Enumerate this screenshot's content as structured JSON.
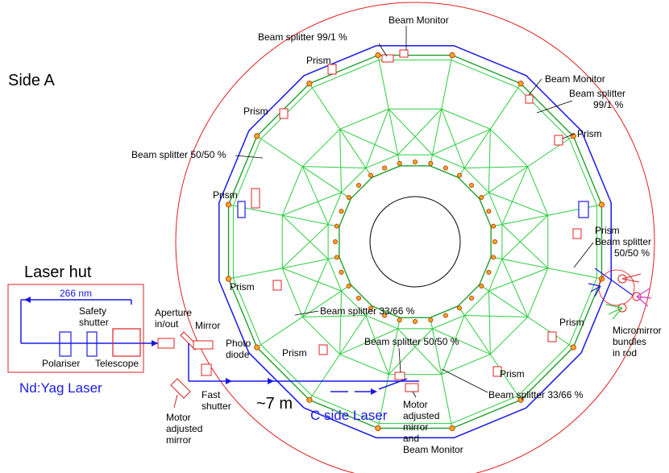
{
  "titles": {
    "side": "Side A",
    "laser_hut": "Laser hut",
    "nd_yag": "Nd:Yag Laser",
    "c_side": "C side Laser",
    "distance": "~7 m"
  },
  "hut": {
    "wavelength": "266 nm",
    "safety_shutter": [
      "Safety",
      "shutter"
    ],
    "polariser": "Polariser",
    "telescope": "Telescope"
  },
  "optics": {
    "aperture": [
      "Aperture",
      "in/out"
    ],
    "mirror": "Mirror",
    "photo_diode": [
      "Photo",
      "diode"
    ],
    "fast_shutter": [
      "Fast",
      "shutter"
    ],
    "motor_mirror_left": [
      "Motor",
      "adjusted",
      "mirror"
    ],
    "motor_mirror_bottom": [
      "Motor",
      "adjusted",
      "mirror",
      "and",
      "Beam Monitor"
    ]
  },
  "ring_labels": {
    "beam_monitor_top": "Beam Monitor",
    "bs_99_top": "Beam splitter 99/1 %",
    "beam_monitor_right": "Beam Monitor",
    "bs_99_right": [
      "Beam splitter",
      "99/1 %"
    ],
    "prism": "Prism",
    "bs_50_left": "Beam splitter 50/50 %",
    "bs_50_right": [
      "Beam splitter",
      "50/50 %"
    ],
    "bs_33_left": "Beam splitter 33/66 %",
    "bs_50_bottom": "Beam splitter 50/50 %",
    "bs_33_bottom": "Beam splitter 33/66 %",
    "micromirror": [
      "Micromirror",
      "bundles",
      "in rod"
    ]
  }
}
